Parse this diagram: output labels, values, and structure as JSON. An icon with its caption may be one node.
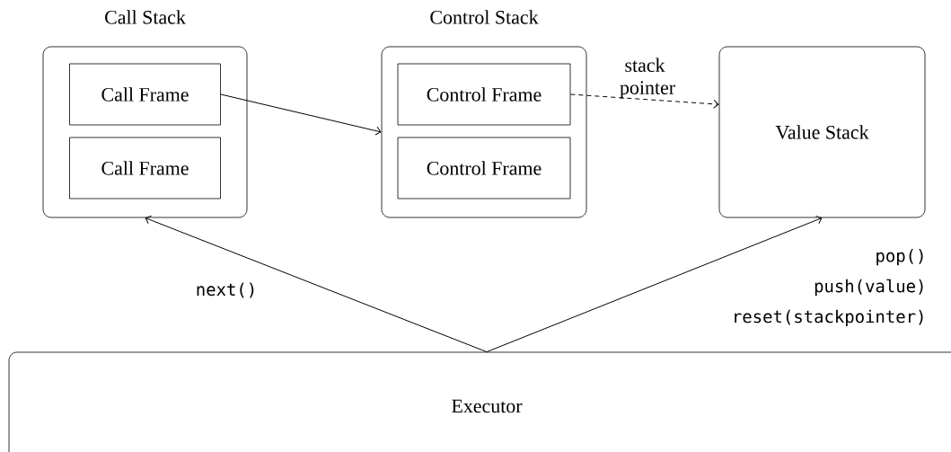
{
  "diagram": {
    "nodes": [
      {
        "text": [
          "Call Stack"
        ]
      },
      {
        "text": [
          "Call Frame"
        ],
        "in": 0
      },
      {
        "text": [
          "Call Frame"
        ],
        "in": 0
      },
      {
        "text": [
          "Control Stack"
        ]
      },
      {
        "text": [
          "Control Frame"
        ],
        "in": 3
      },
      {
        "text": [
          "Control Frame"
        ],
        "in": 3
      },
      {
        "text": [
          "Value Stack"
        ]
      },
      {
        "text": [
          "Executor"
        ]
      }
    ],
    "edges": [
      {
        "from": 1,
        "to": 3,
        "arrow": "to"
      },
      {
        "from": 4,
        "to": 6,
        "arrow": "to",
        "style": "dashed",
        "label": "stack pointer"
      },
      {
        "from": 7,
        "to": 0,
        "arrow": "to",
        "label": "next()"
      },
      {
        "from": 7,
        "to": 6,
        "arrow": "to",
        "label": "pop() push(value) reset(stackpointer)"
      }
    ]
  }
}
